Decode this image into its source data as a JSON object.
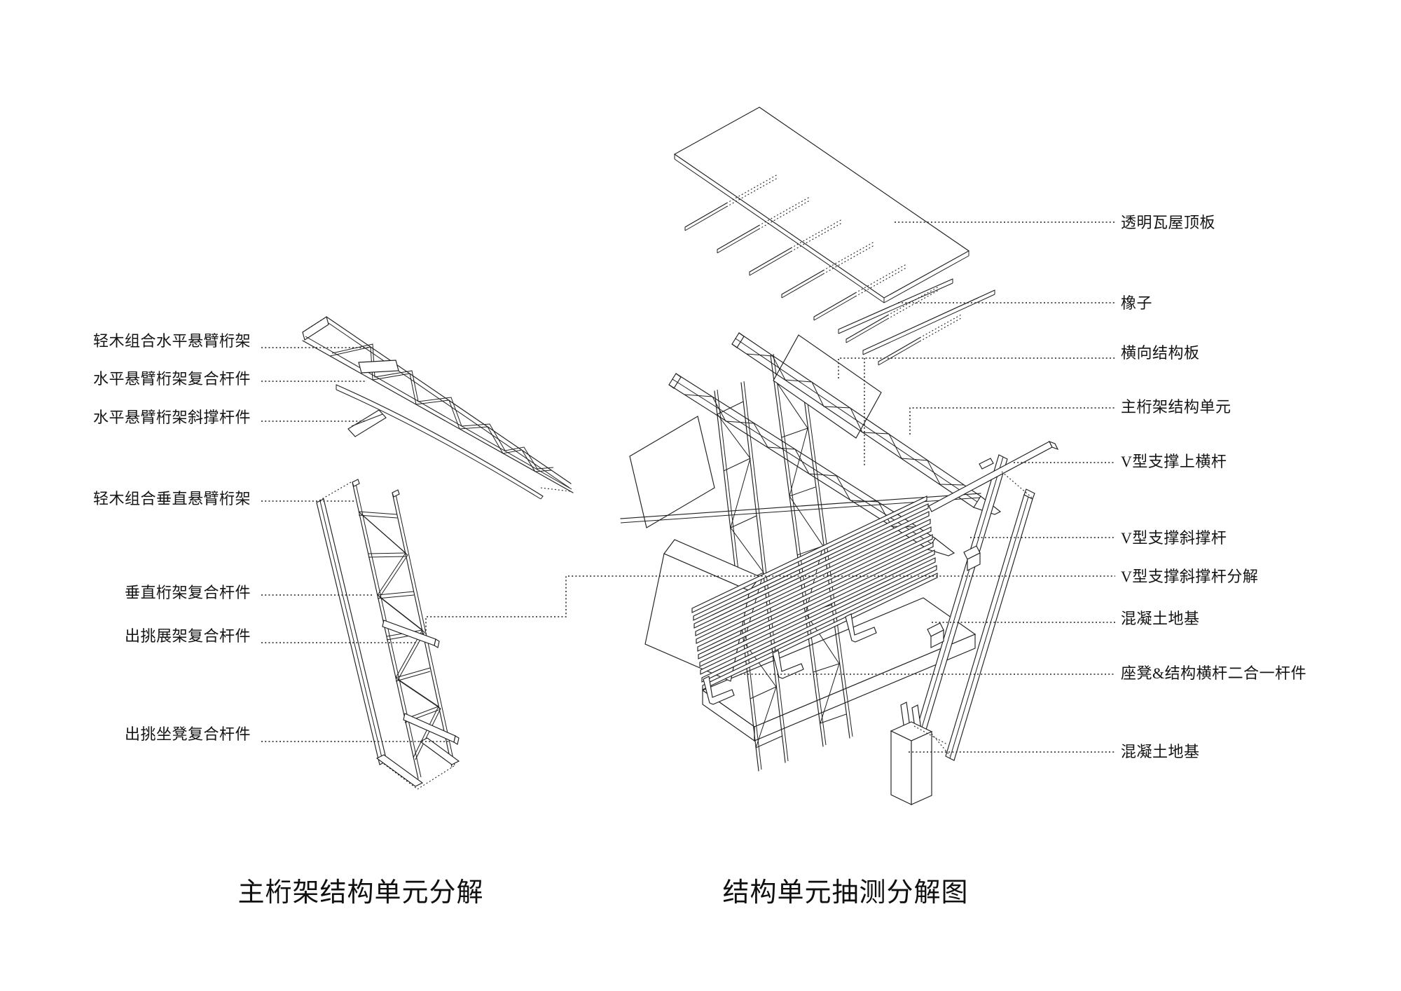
{
  "page": {
    "background": "#ffffff",
    "line_color": "#1f1f1f"
  },
  "left_diagram": {
    "caption": "主桁架结构单元分解",
    "labels": [
      {
        "text": "轻木组合水平悬臂桁架"
      },
      {
        "text": "水平悬臂桁架复合杆件"
      },
      {
        "text": "水平悬臂桁架斜撑杆件"
      },
      {
        "text": "轻木组合垂直悬臂桁架"
      },
      {
        "text": "垂直桁架复合杆件"
      },
      {
        "text": "出挑展架复合杆件"
      },
      {
        "text": "出挑坐凳复合杆件"
      }
    ]
  },
  "right_diagram": {
    "caption": "结构单元抽测分解图",
    "labels": [
      {
        "text": "透明瓦屋顶板"
      },
      {
        "text": "橡子"
      },
      {
        "text": "横向结构板"
      },
      {
        "text": "主桁架结构单元"
      },
      {
        "text": "V型支撑上横杆"
      },
      {
        "text": "V型支撑斜撑杆"
      },
      {
        "text": "V型支撑斜撑杆分解"
      },
      {
        "text": "混凝土地基"
      },
      {
        "text": "座凳&结构横杆二合一杆件"
      },
      {
        "text": "混凝土地基"
      }
    ]
  }
}
